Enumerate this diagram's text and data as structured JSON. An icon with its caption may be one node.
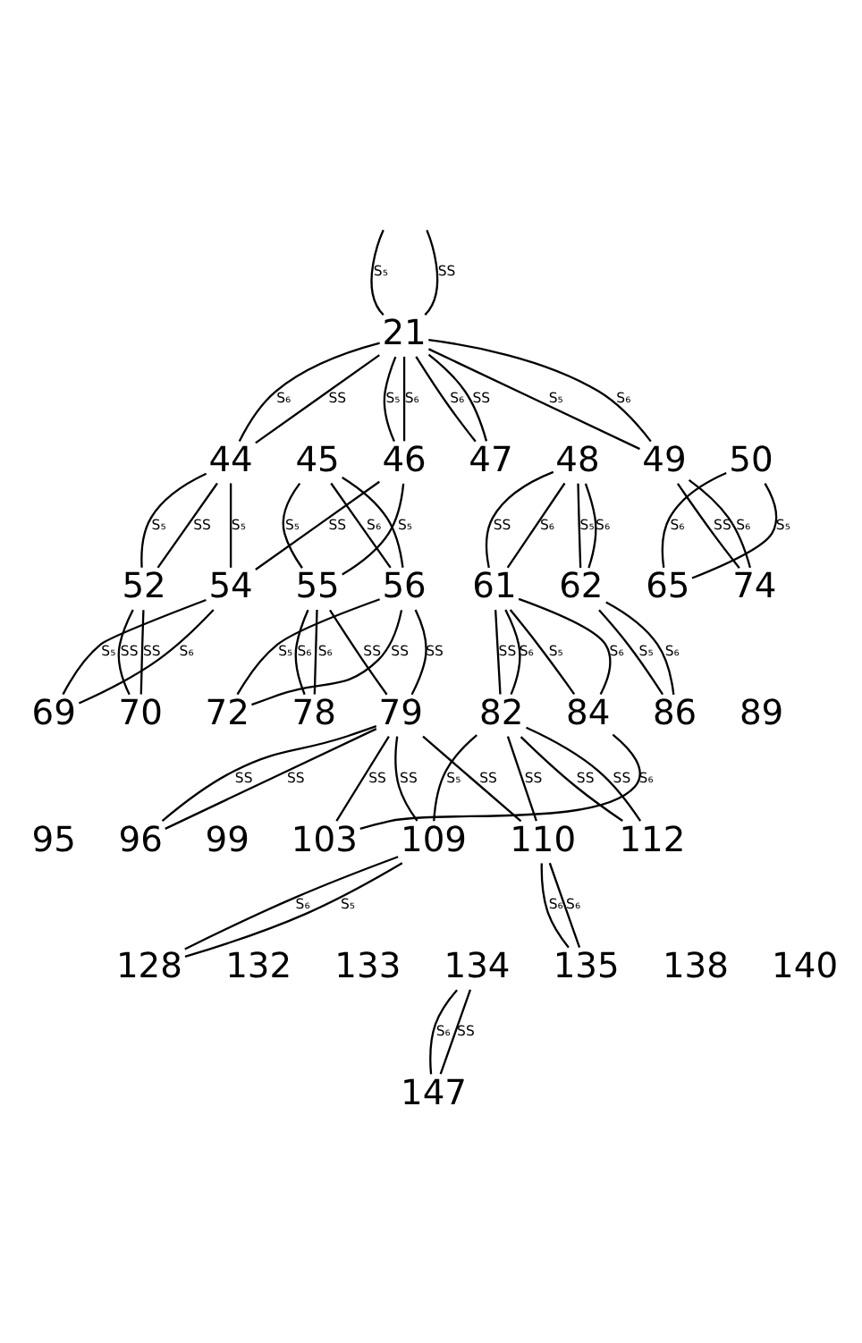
{
  "diagram": {
    "nodes": [
      {
        "text": [
          "21"
        ]
      },
      {
        "text": [
          "44"
        ]
      },
      {
        "text": [
          "45"
        ]
      },
      {
        "text": [
          "46"
        ]
      },
      {
        "text": [
          "47"
        ]
      },
      {
        "text": [
          "48"
        ]
      },
      {
        "text": [
          "49"
        ]
      },
      {
        "text": [
          "50"
        ]
      },
      {
        "text": [
          "52"
        ]
      },
      {
        "text": [
          "54"
        ]
      },
      {
        "text": [
          "55"
        ]
      },
      {
        "text": [
          "56"
        ]
      },
      {
        "text": [
          "61"
        ]
      },
      {
        "text": [
          "62"
        ]
      },
      {
        "text": [
          "65"
        ]
      },
      {
        "text": [
          "74"
        ]
      },
      {
        "text": [
          "69"
        ]
      },
      {
        "text": [
          "70"
        ]
      },
      {
        "text": [
          "72"
        ]
      },
      {
        "text": [
          "78"
        ]
      },
      {
        "text": [
          "79"
        ]
      },
      {
        "text": [
          "82"
        ]
      },
      {
        "text": [
          "84"
        ]
      },
      {
        "text": [
          "86"
        ]
      },
      {
        "text": [
          "89"
        ]
      },
      {
        "text": [
          "95"
        ]
      },
      {
        "text": [
          "96"
        ]
      },
      {
        "text": [
          "99"
        ]
      },
      {
        "text": [
          "103"
        ]
      },
      {
        "text": [
          "109"
        ]
      },
      {
        "text": [
          "110"
        ]
      },
      {
        "text": [
          "112"
        ]
      },
      {
        "text": [
          "128"
        ]
      },
      {
        "text": [
          "132"
        ]
      },
      {
        "text": [
          "133"
        ]
      },
      {
        "text": [
          "134"
        ]
      },
      {
        "text": [
          "135"
        ]
      },
      {
        "text": [
          "138"
        ]
      },
      {
        "text": [
          "140"
        ]
      },
      {
        "text": [
          "147"
        ]
      }
    ],
    "edges": [
      {
        "from": null,
        "to": 0,
        "arrow": "none",
        "label": "S₅"
      },
      {
        "from": null,
        "to": 0,
        "arrow": "none",
        "label": "SS"
      },
      {
        "from": 0,
        "to": 1,
        "arrow": "none",
        "label": "S₆"
      },
      {
        "from": 0,
        "to": 1,
        "arrow": "none",
        "label": "SS"
      },
      {
        "from": 0,
        "to": 3,
        "arrow": "none",
        "label": "S₆"
      },
      {
        "from": 0,
        "to": 3,
        "arrow": "none",
        "label": "S₅"
      },
      {
        "from": 0,
        "to": 4,
        "arrow": "none",
        "label": "SS"
      },
      {
        "from": 0,
        "to": 4,
        "arrow": "none",
        "label": "S₆"
      },
      {
        "from": 0,
        "to": 6,
        "arrow": "none",
        "label": "S₆"
      },
      {
        "from": 0,
        "to": 6,
        "arrow": "none",
        "label": "S₅"
      },
      {
        "from": 1,
        "to": 8,
        "arrow": "none",
        "label": "S₅"
      },
      {
        "from": 1,
        "to": 8,
        "arrow": "none",
        "label": "SS"
      },
      {
        "from": 1,
        "to": 9,
        "arrow": "none",
        "label": "S₅"
      },
      {
        "from": 3,
        "to": 9,
        "arrow": "none",
        "label": "SS"
      },
      {
        "from": 2,
        "to": 10,
        "arrow": "none",
        "label": "S₅"
      },
      {
        "from": 3,
        "to": 10,
        "arrow": "none",
        "label": "S₅"
      },
      {
        "from": 2,
        "to": 11,
        "arrow": "none"
      },
      {
        "from": 2,
        "to": 11,
        "arrow": "none",
        "label": "S₆"
      },
      {
        "from": 5,
        "to": 12,
        "arrow": "none",
        "label": "SS"
      },
      {
        "from": 5,
        "to": 12,
        "arrow": "none",
        "label": "S₆"
      },
      {
        "from": 5,
        "to": 13,
        "arrow": "none",
        "label": "S₆"
      },
      {
        "from": 5,
        "to": 13,
        "arrow": "none",
        "label": "S₅"
      },
      {
        "from": 6,
        "to": 15,
        "arrow": "none",
        "label": "SS"
      },
      {
        "from": 6,
        "to": 15,
        "arrow": "none",
        "label": "S₆"
      },
      {
        "from": 7,
        "to": 14,
        "arrow": "none",
        "label": "S₆"
      },
      {
        "from": 7,
        "to": 14,
        "arrow": "none",
        "label": "S₅"
      },
      {
        "from": 8,
        "to": 17,
        "arrow": "none",
        "label": "SS"
      },
      {
        "from": 8,
        "to": 17,
        "arrow": "none",
        "label": "SS"
      },
      {
        "from": 9,
        "to": 16,
        "arrow": "none",
        "label": "S₆"
      },
      {
        "from": 9,
        "to": 16,
        "arrow": "none",
        "label": "S₅"
      },
      {
        "from": 10,
        "to": 19,
        "arrow": "none",
        "label": "S₆"
      },
      {
        "from": 10,
        "to": 19,
        "arrow": "none",
        "label": "S₆"
      },
      {
        "from": 10,
        "to": 20,
        "arrow": "none",
        "label": "SS"
      },
      {
        "from": 11,
        "to": 20,
        "arrow": "none",
        "label": "SS"
      },
      {
        "from": 11,
        "to": 18,
        "arrow": "none",
        "label": "SS"
      },
      {
        "from": 11,
        "to": 18,
        "arrow": "none",
        "label": "S₅"
      },
      {
        "from": 12,
        "to": 21,
        "arrow": "none",
        "label": "SS"
      },
      {
        "from": 12,
        "to": 21,
        "arrow": "none",
        "label": "S₆"
      },
      {
        "from": 12,
        "to": 22,
        "arrow": "none",
        "label": "S₆"
      },
      {
        "from": 12,
        "to": 22,
        "arrow": "none",
        "label": "S₅"
      },
      {
        "from": 13,
        "to": 23,
        "arrow": "none",
        "label": "S₅"
      },
      {
        "from": 13,
        "to": 23,
        "arrow": "none",
        "label": "S₆"
      },
      {
        "from": 20,
        "to": 26,
        "arrow": "none",
        "label": "SS"
      },
      {
        "from": 20,
        "to": 26,
        "arrow": "none",
        "label": "SS"
      },
      {
        "from": 20,
        "to": 28,
        "arrow": "none",
        "label": "SS"
      },
      {
        "from": 20,
        "to": 29,
        "arrow": "none",
        "label": "SS"
      },
      {
        "from": 20,
        "to": 30,
        "arrow": "none",
        "label": "SS"
      },
      {
        "from": 21,
        "to": 29,
        "arrow": "none",
        "label": "S₅"
      },
      {
        "from": 21,
        "to": 30,
        "arrow": "none",
        "label": "SS"
      },
      {
        "from": 21,
        "to": 31,
        "arrow": "none",
        "label": "SS"
      },
      {
        "from": 21,
        "to": 31,
        "arrow": "none",
        "label": "SS"
      },
      {
        "from": 22,
        "to": 28,
        "arrow": "none",
        "label": "S₆"
      },
      {
        "from": 29,
        "to": 32,
        "arrow": "none",
        "label": "S₆"
      },
      {
        "from": 29,
        "to": 32,
        "arrow": "none",
        "label": "S₅"
      },
      {
        "from": 30,
        "to": 36,
        "arrow": "none",
        "label": "S₆"
      },
      {
        "from": 30,
        "to": 36,
        "arrow": "none",
        "label": "S₆"
      },
      {
        "from": 35,
        "to": 39,
        "arrow": "none",
        "label": "SS"
      },
      {
        "from": 35,
        "to": 39,
        "arrow": "none",
        "label": "S₆"
      }
    ]
  }
}
